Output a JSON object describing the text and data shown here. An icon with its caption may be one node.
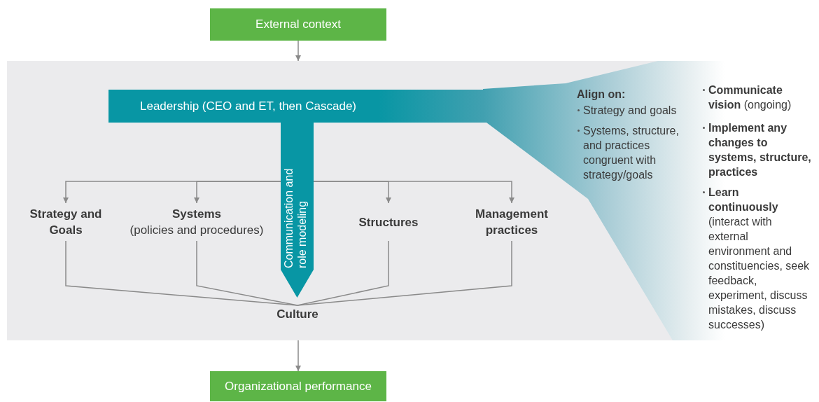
{
  "diagram": {
    "nodes": [
      {
        "text": [
          "External context"
        ]
      },
      {
        "text": [],
        "shape": "box"
      },
      {
        "text": [
          "Leadership (CEO and ET, then Cascade)"
        ],
        "in": 1
      },
      {
        "text": [
          "Communication and role modeling"
        ],
        "in": 1
      },
      {
        "text": [
          "Strategy and Goals"
        ],
        "in": 1
      },
      {
        "text": [
          "Systems",
          "(policies and procedures)"
        ],
        "in": 1
      },
      {
        "text": [
          "Structures"
        ],
        "in": 1
      },
      {
        "text": [
          "Management practices"
        ],
        "in": 1
      },
      {
        "text": [
          "Culture"
        ],
        "in": 1
      },
      {
        "text": [
          "Align on:",
          "Strategy and goals",
          "Systems, structure, and practices congruent with strategy/goals",
          "**Communicate vision** (ongoing)",
          "Implement any changes to systems, structure, practices",
          "**Learn continuously** (interact with external environment and constituencies, seek feedback, experiment, discuss mistakes, discuss successes)"
        ],
        "in": 1
      },
      {
        "text": [
          "Organizational performance"
        ]
      }
    ],
    "edges": [
      {
        "from": 0,
        "to": 1,
        "arrow": "to"
      },
      {
        "from": 1,
        "to": 10,
        "arrow": "to"
      },
      {
        "from": 3,
        "to": 4,
        "arrow": "to"
      },
      {
        "from": 3,
        "to": 5,
        "arrow": "to"
      },
      {
        "from": 3,
        "to": 6,
        "arrow": "to"
      },
      {
        "from": 3,
        "to": 7,
        "arrow": "to"
      },
      {
        "from": 4,
        "to": 8,
        "arrow": "none"
      },
      {
        "from": 5,
        "to": 8,
        "arrow": "none"
      },
      {
        "from": 6,
        "to": 8,
        "arrow": "none"
      },
      {
        "from": 7,
        "to": 8,
        "arrow": "none"
      }
    ]
  }
}
